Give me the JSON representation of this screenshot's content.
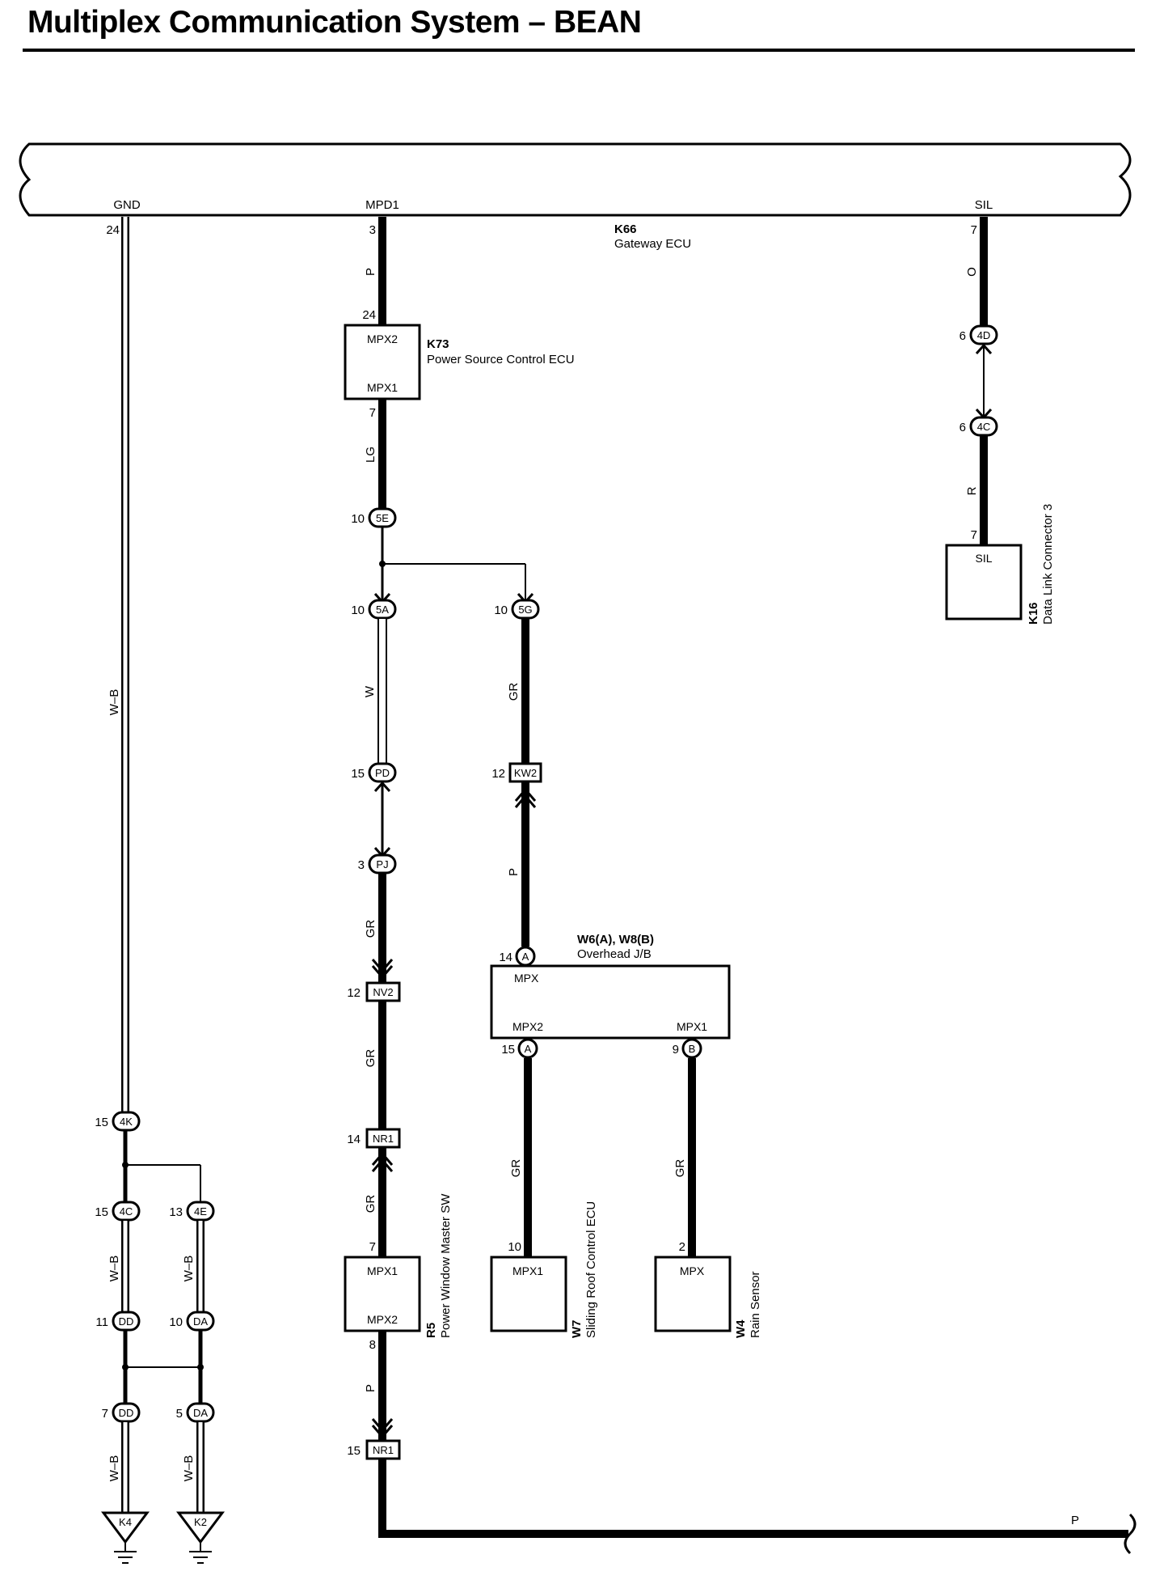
{
  "title": "Multiplex Communication System – BEAN",
  "colors": {
    "wire": "#000000",
    "background": "#ffffff"
  },
  "gateway": {
    "id": "K66",
    "name": "Gateway ECU",
    "terminals": [
      {
        "label": "GND",
        "pin": "24"
      },
      {
        "label": "MPD1",
        "pin": "3"
      },
      {
        "label": "SIL",
        "pin": "7"
      }
    ]
  },
  "components": {
    "k73": {
      "id": "K73",
      "name": "Power Source Control ECU",
      "top_label": "MPX2",
      "bottom_label": "MPX1",
      "pin_in": "24",
      "pin_out": "7"
    },
    "k16": {
      "id": "K16",
      "name": "Data Link Connector 3",
      "label": "SIL",
      "pin": "7"
    },
    "w6": {
      "id": "W6(A), W8(B)",
      "name": "Overhead J/B",
      "mpx": "MPX",
      "mpx2": "MPX2",
      "mpx1": "MPX1",
      "pin_a_top": "14",
      "pin_a_bottom": "15",
      "pin_b": "9",
      "conn_a": "A",
      "conn_b": "B"
    },
    "r5": {
      "id": "R5",
      "name": "Power Window Master SW",
      "top_label": "MPX1",
      "bottom_label": "MPX2",
      "pin_in": "7",
      "pin_out": "8"
    },
    "w7": {
      "id": "W7",
      "name": "Sliding Roof Control ECU",
      "label": "MPX1",
      "pin": "10"
    },
    "w4": {
      "id": "W4",
      "name": "Rain Sensor",
      "label": "MPX",
      "pin": "2"
    }
  },
  "wire_colors": {
    "gnd": "W–B",
    "mpd1_top": "P",
    "k73_out": "LG",
    "w_5a": "W",
    "gr_5g": "GR",
    "p_kw2": "P",
    "gr_pj": "GR",
    "gr_nv2": "GR",
    "gr_nr1": "GR",
    "p_r5": "P",
    "gr_w7": "GR",
    "gr_w4": "GR",
    "sil_o": "O",
    "sil_r": "R",
    "bottom_p": "P",
    "wb_4c": "W–B",
    "wb_4e": "W–B",
    "wb_dd": "W–B",
    "wb_da": "W–B"
  },
  "connectors": {
    "c5e": {
      "code": "5E",
      "pin": "10"
    },
    "c5a": {
      "code": "5A",
      "pin": "10"
    },
    "c5g": {
      "code": "5G",
      "pin": "10"
    },
    "cpd": {
      "code": "PD",
      "pin": "15"
    },
    "cpj": {
      "code": "PJ",
      "pin": "3"
    },
    "ckw2": {
      "code": "KW2",
      "pin": "12"
    },
    "cnv2": {
      "code": "NV2",
      "pin": "12"
    },
    "cnr1a": {
      "code": "NR1",
      "pin": "14"
    },
    "cnr1b": {
      "code": "NR1",
      "pin": "15"
    },
    "c4d": {
      "code": "4D",
      "pin": "6"
    },
    "c4c_sil": {
      "code": "4C",
      "pin": "6"
    },
    "c4k": {
      "code": "4K",
      "pin": "15"
    },
    "c4c": {
      "code": "4C",
      "pin": "15"
    },
    "c4e": {
      "code": "4E",
      "pin": "13"
    },
    "cdd1": {
      "code": "DD",
      "pin": "11"
    },
    "cda1": {
      "code": "DA",
      "pin": "10"
    },
    "cdd2": {
      "code": "DD",
      "pin": "7"
    },
    "cda2": {
      "code": "DA",
      "pin": "5"
    }
  },
  "grounds": {
    "g1": "K4",
    "g2": "K2"
  }
}
